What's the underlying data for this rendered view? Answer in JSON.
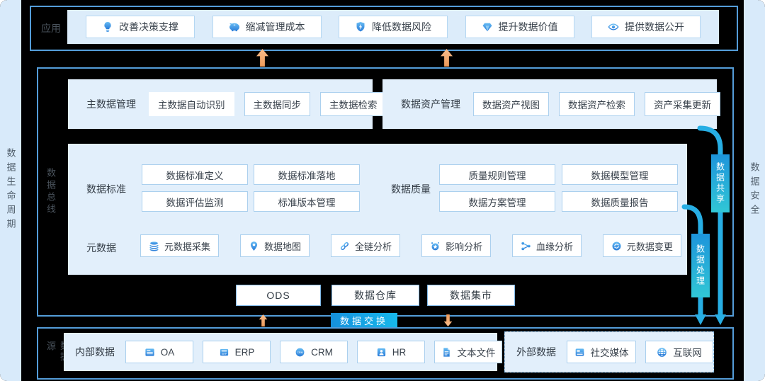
{
  "colors": {
    "background": "#000000",
    "frame_border": "#549dd9",
    "panel_fill": "#e2effb",
    "sidebar_fill": "#d8eafa",
    "badge_gradient_top": "#1d94da",
    "badge_gradient_bottom": "#31c7d6",
    "exchange_gradient_left": "#1590dc",
    "exchange_gradient_right": "#17b9ec",
    "orange_arrow": "#f0a066",
    "cyan_pipe": "#27aee4"
  },
  "left_bar": {
    "label": "数据生命周期"
  },
  "right_bar": {
    "label": "数据安全"
  },
  "app_layer": {
    "label": "应用",
    "items": [
      {
        "label": "改善决策支撑",
        "icon": "bulb-icon"
      },
      {
        "label": "缩减管理成本",
        "icon": "piggy-bank-icon"
      },
      {
        "label": "降低数据风险",
        "icon": "shield-icon"
      },
      {
        "label": "提升数据价值",
        "icon": "diamond-icon"
      },
      {
        "label": "提供数据公开",
        "icon": "eye-icon"
      }
    ]
  },
  "bus_layer": {
    "label": "数据总线",
    "master_data": {
      "label": "主数据管理",
      "items": [
        "主数据自动识别",
        "主数据同步",
        "主数据检索"
      ]
    },
    "data_asset": {
      "label": "数据资产管理",
      "items": [
        "数据资产视图",
        "数据资产检索",
        "资产采集更新"
      ]
    },
    "data_standard": {
      "label": "数据标准",
      "items": [
        "数据标准定义",
        "数据标准落地",
        "数据评估监测",
        "标准版本管理"
      ]
    },
    "data_quality": {
      "label": "数据质量",
      "items": [
        "质量规则管理",
        "数据模型管理",
        "数据方案管理",
        "数据质量报告"
      ]
    },
    "metadata": {
      "label": "元数据",
      "items": [
        {
          "label": "元数据采集",
          "icon": "database-icon"
        },
        {
          "label": "数据地图",
          "icon": "map-pin-icon"
        },
        {
          "label": "全链分析",
          "icon": "chain-link-icon"
        },
        {
          "label": "影响分析",
          "icon": "impact-icon"
        },
        {
          "label": "血缘分析",
          "icon": "lineage-icon"
        },
        {
          "label": "元数据变更",
          "icon": "change-circle-icon"
        }
      ]
    },
    "storage": {
      "items": [
        "ODS",
        "数据仓库",
        "数据集市"
      ]
    }
  },
  "connectors": {
    "exchange_label": "数据交换",
    "share_label": "数据共享",
    "process_label": "数据处理"
  },
  "source_layer": {
    "label": "数据源",
    "internal": {
      "label": "内部数据",
      "items": [
        {
          "label": "OA",
          "icon": "oa-doc-icon"
        },
        {
          "label": "ERP",
          "icon": "erp-box-icon"
        },
        {
          "label": "CRM",
          "icon": "crm-circle-icon"
        },
        {
          "label": "HR",
          "icon": "hr-person-icon"
        },
        {
          "label": "文本文件",
          "icon": "text-file-icon"
        }
      ]
    },
    "external": {
      "label": "外部数据",
      "items": [
        {
          "label": "社交媒体",
          "icon": "social-media-icon"
        },
        {
          "label": "互联网",
          "icon": "internet-globe-icon"
        }
      ]
    }
  }
}
